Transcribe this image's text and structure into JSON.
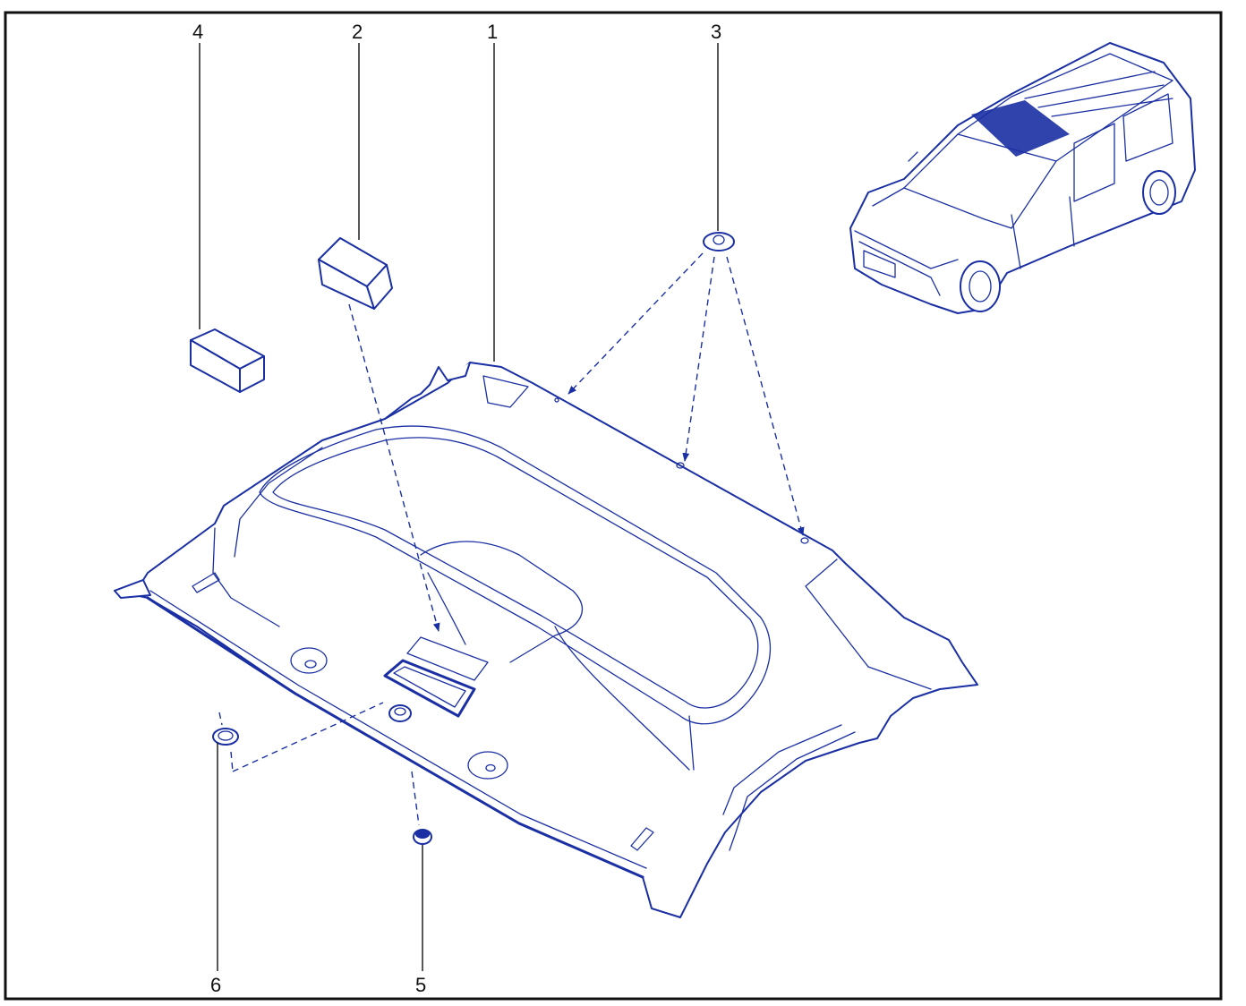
{
  "colors": {
    "line": "#1a2fa3",
    "frame": "#111111",
    "background": "#ffffff"
  },
  "callouts": [
    {
      "id": "1",
      "label": "1"
    },
    {
      "id": "2",
      "label": "2"
    },
    {
      "id": "3",
      "label": "3"
    },
    {
      "id": "4",
      "label": "4"
    },
    {
      "id": "5",
      "label": "5"
    },
    {
      "id": "6",
      "label": "6"
    }
  ]
}
